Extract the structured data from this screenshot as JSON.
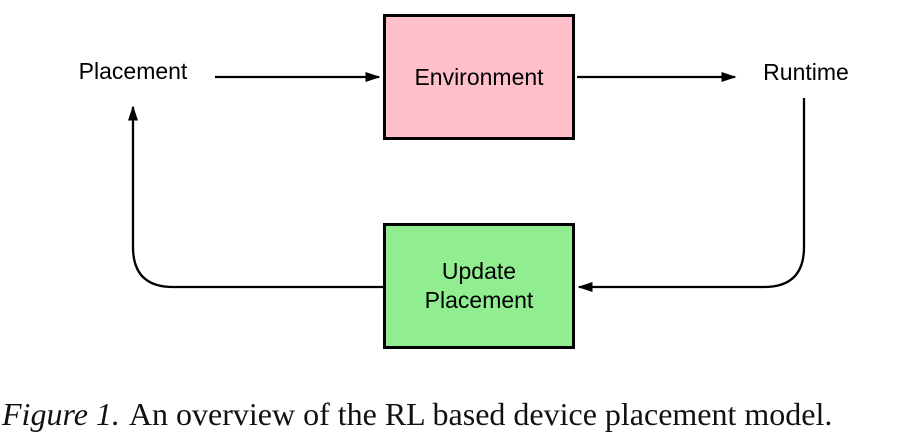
{
  "figure": {
    "nodes": [
      {
        "id": "environment",
        "label": "Environment",
        "fill": "#FFC0CB"
      },
      {
        "id": "update-placement",
        "label": "Update\nPlacement",
        "fill": "#90EE90"
      }
    ],
    "labels": [
      {
        "id": "placement",
        "text": "Placement"
      },
      {
        "id": "runtime",
        "text": "Runtime"
      }
    ],
    "edges": [
      {
        "from": "placement",
        "to": "environment"
      },
      {
        "from": "environment",
        "to": "runtime"
      },
      {
        "from": "runtime",
        "to": "update-placement"
      },
      {
        "from": "update-placement",
        "to": "placement"
      }
    ],
    "colors": {
      "environment_fill": "#FFC0CB",
      "update_placement_fill": "#90EE90",
      "stroke": "#000000",
      "background": "#FFFFFF"
    }
  },
  "caption": {
    "label": "Figure 1.",
    "text": "An overview of the RL based device placement model."
  }
}
